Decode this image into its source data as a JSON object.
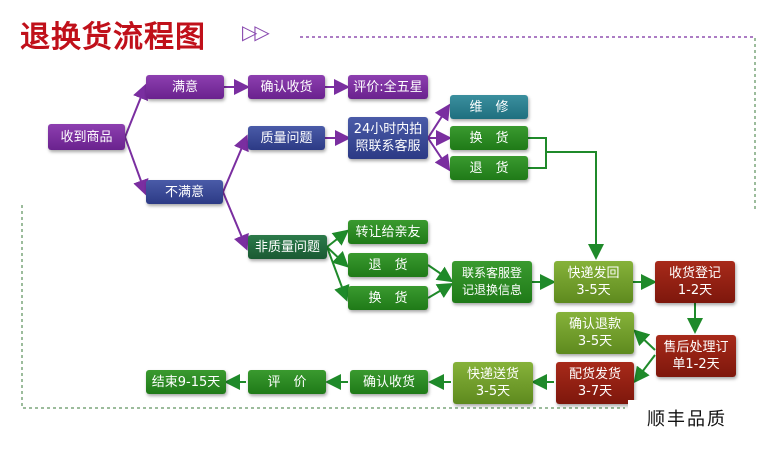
{
  "title": "退换货流程图",
  "title_arrows": "▷▷",
  "nodes": {
    "received": "收到商品",
    "satisfied": "满意",
    "confirm_receipt_top": "确认收货",
    "rating": "评价:全五星",
    "unsatisfied": "不满意",
    "quality_issue": "质量问题",
    "contact_24h": "24小时内拍\n照联系客服",
    "repair": "维　修",
    "exchange_top": "换　货",
    "return_top": "退　货",
    "non_quality": "非质量问题",
    "transfer": "转让给亲友",
    "return_mid": "退　货",
    "exchange_mid": "换　货",
    "contact_register": "联系客服登\n记退换信息",
    "courier_back": "快递发回\n3-5天",
    "receive_register": "收货登记\n1-2天",
    "confirm_refund": "确认退款\n3-5天",
    "after_sales": "售后处理订\n单1-2天",
    "ship_out": "配货发货\n3-7天",
    "courier_send": "快递送货\n3-5天",
    "confirm_receipt_bottom": "确认收货",
    "evaluate": "评　价",
    "end": "结束9-15天"
  },
  "stamp": "顺丰品质",
  "colors": {
    "title": "#c0101a",
    "connector_purple": "#7a2ea0",
    "connector_green": "#1f8a2a",
    "dashed": "#3a7a3a"
  }
}
